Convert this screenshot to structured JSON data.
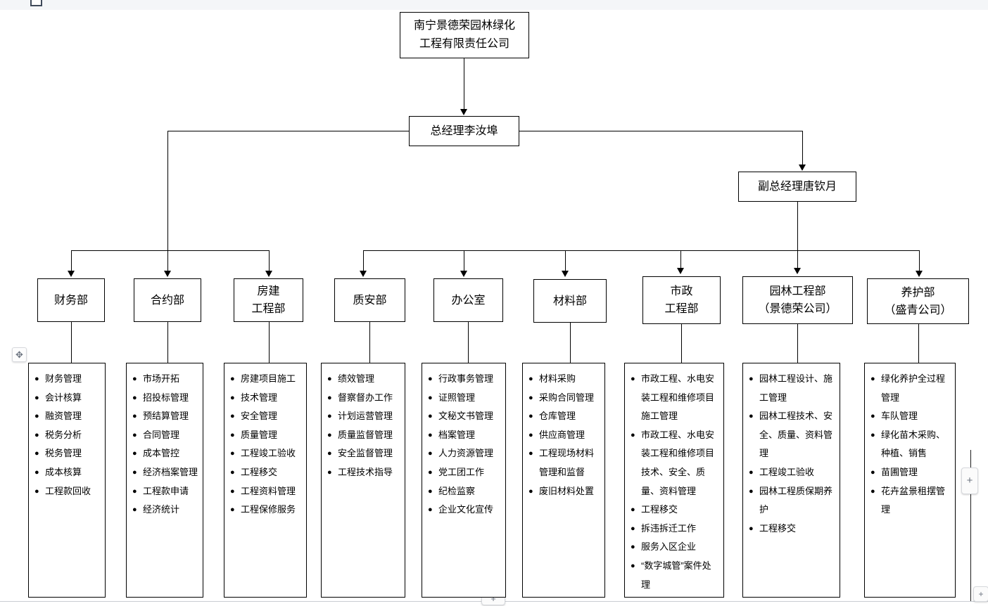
{
  "chart_data": {
    "type": "diagram",
    "title": "南宁景德荣园林绿化工程有限责任公司组织架构图",
    "root": "南宁景德荣园林绿化工程有限责任公司",
    "managers": [
      "总经理李汝埠",
      "副总经理唐钦月"
    ],
    "departments": [
      "财务部",
      "合约部",
      "房建工程部",
      "质安部",
      "办公室",
      "材料部",
      "市政工程部",
      "园林工程部（景德荣公司）",
      "养护部（盛青公司）"
    ]
  },
  "chrome": {
    "move_handle_icon": "✥",
    "plus_label": "+"
  },
  "org": {
    "root": {
      "line1": "南宁景德荣园林绿化",
      "line2": "工程有限责任公司"
    },
    "gm": {
      "line1": "总经理李汝埠"
    },
    "deputy": {
      "line1": "副总经理唐钦月"
    },
    "departments": [
      {
        "id": "finance",
        "line1": "财务部",
        "line2": "",
        "duties": [
          "财务管理",
          "会计核算",
          "融资管理",
          "税务分析",
          "税务管理",
          "成本核算",
          "工程款回收"
        ]
      },
      {
        "id": "contract",
        "line1": "合约部",
        "line2": "",
        "duties": [
          "市场开拓",
          "招投标管理",
          "预结算管理",
          "合同管理",
          "成本管控",
          "经济档案管理",
          "工程款申请",
          "经济统计"
        ]
      },
      {
        "id": "housing",
        "line1": "房建",
        "line2": "工程部",
        "duties": [
          "房建项目施工",
          "技术管理",
          "安全管理",
          "质量管理",
          "工程竣工验收",
          "工程移交",
          "工程资料管理",
          "工程保修服务"
        ]
      },
      {
        "id": "quality-safety",
        "line1": "质安部",
        "line2": "",
        "duties": [
          "绩效管理",
          "督察督办工作",
          "计划运营管理",
          "质量监督管理",
          "安全监督管理",
          "工程技术指导"
        ]
      },
      {
        "id": "office",
        "line1": "办公室",
        "line2": "",
        "duties": [
          "行政事务管理",
          "证照管理",
          "文秘文书管理",
          "档案管理",
          "人力资源管理",
          "党工团工作",
          "纪检监察",
          "企业文化宣传"
        ]
      },
      {
        "id": "material",
        "line1": "材料部",
        "line2": "",
        "duties": [
          "材料采购",
          "采购合同管理",
          "仓库管理",
          "供应商管理",
          "工程现场材料管理和监督",
          "废旧材料处置"
        ]
      },
      {
        "id": "municipal",
        "line1": "市政",
        "line2": "工程部",
        "duties": [
          "市政工程、水电安装工程和维修项目施工管理",
          "市政工程、水电安装工程和维修项目技术、安全、质量、资料管理",
          "工程移交",
          "拆违拆迁工作",
          "服务入区企业",
          "“数字城管”案件处理"
        ]
      },
      {
        "id": "landscape",
        "line1": "园林工程部",
        "line2": "（景德荣公司）",
        "duties": [
          "园林工程设计、施工管理",
          "园林工程技术、安全、质量、资料管理",
          "工程竣工验收",
          "园林工程质保期养护",
          "工程移交"
        ]
      },
      {
        "id": "maintenance",
        "line1": "养护部",
        "line2": "（盛青公司）",
        "duties": [
          "绿化养护全过程管理",
          "车队管理",
          "绿化苗木采购、种植、销售",
          "苗圃管理",
          "花卉盆景租摆管理"
        ]
      }
    ]
  }
}
